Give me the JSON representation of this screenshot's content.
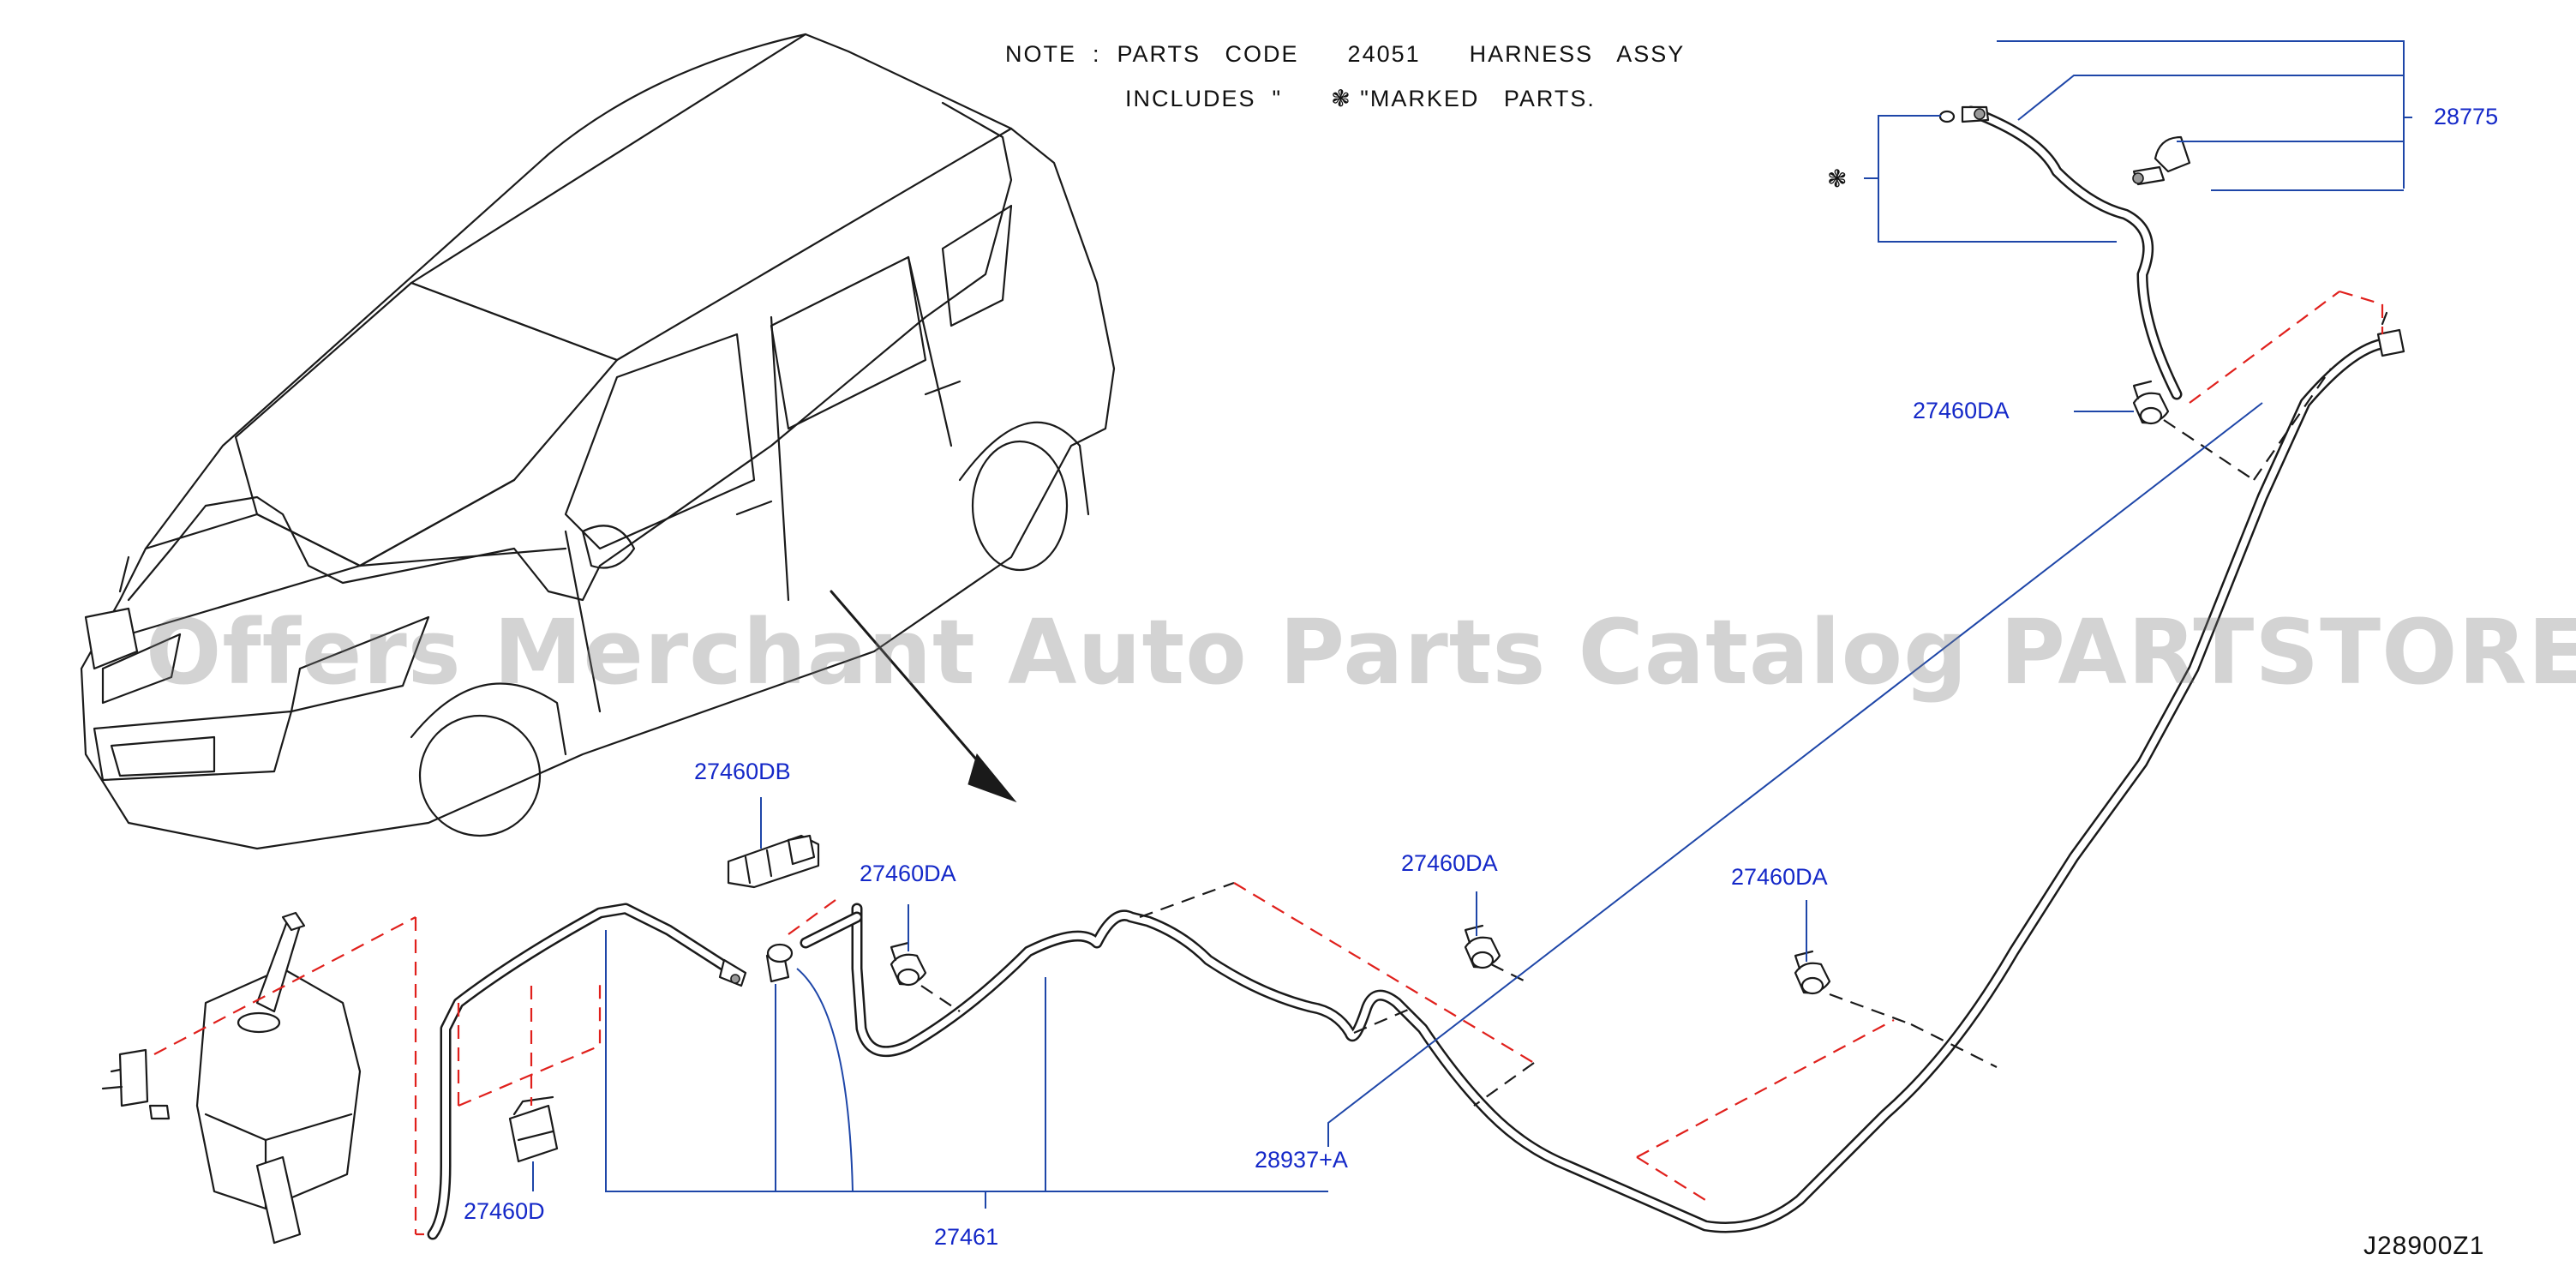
{
  "note": {
    "line1": "NOTE  :  PARTS   CODE      24051      HARNESS   ASSY",
    "line2_prefix": "INCLUDES  \"      ",
    "line2_mark": "❃",
    "line2_suffix": " \"MARKED   PARTS."
  },
  "mark_symbol": "❃",
  "callouts": {
    "c28775": "28775",
    "c27460DA_top": "27460DA",
    "c27460DB": "27460DB",
    "c27460DA_a": "27460DA",
    "c27460DA_b": "27460DA",
    "c27460DA_c": "27460DA",
    "c28937A": "28937+A",
    "c27460D": "27460D",
    "c27461": "27461"
  },
  "figure_code": "J28900Z1",
  "watermark": "Offers Merchant Auto Parts Catalog PARTSTORE.SA",
  "colors": {
    "callout_text": "#1428c8",
    "leader_line": "#1e46a8",
    "dashed_red": "#e0201c",
    "line_art": "#1a1a1a"
  }
}
